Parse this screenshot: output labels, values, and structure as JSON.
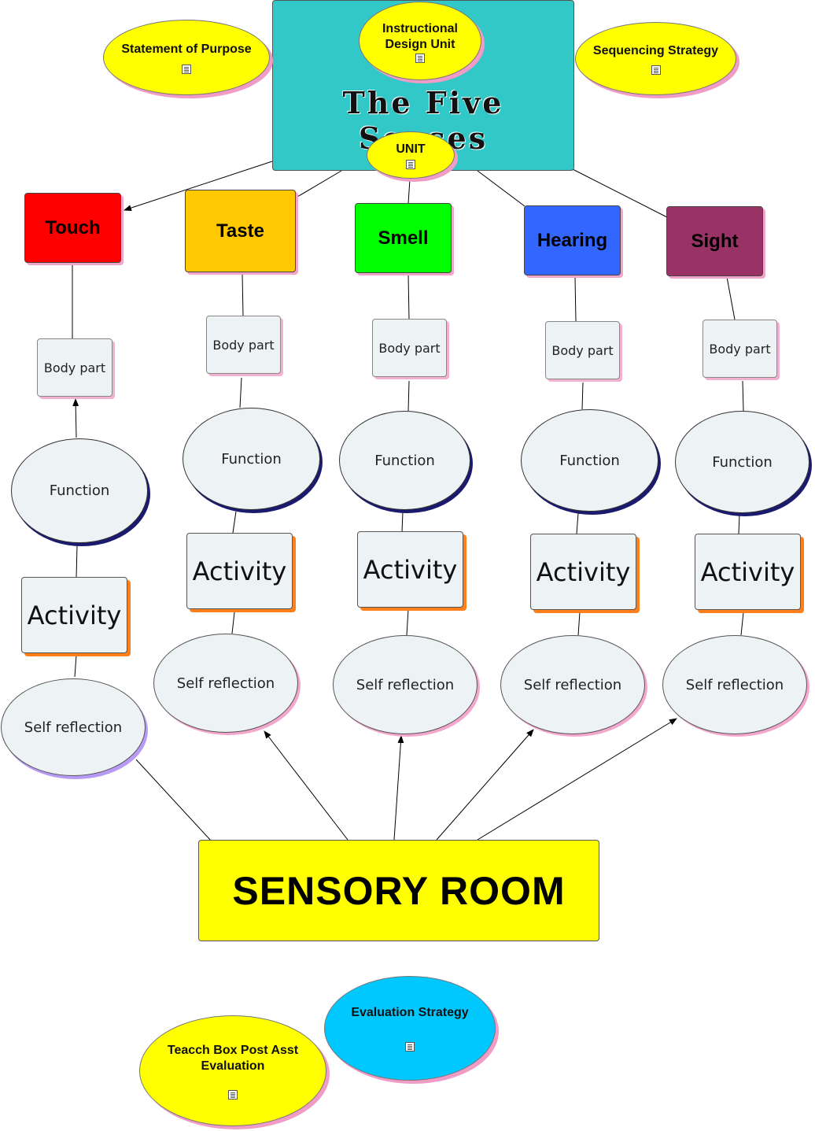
{
  "header": {
    "title": "The Five Senses",
    "instructional_design": "Instructional Design Unit",
    "unit": "UNIT",
    "statement_of_purpose": "Statement of Purpose",
    "sequencing_strategy": "Sequencing Strategy"
  },
  "senses": [
    {
      "label": "Touch",
      "color": "#ff0000"
    },
    {
      "label": "Taste",
      "color": "#ffc800"
    },
    {
      "label": "Smell",
      "color": "#00ff00"
    },
    {
      "label": "Hearing",
      "color": "#3366ff"
    },
    {
      "label": "Sight",
      "color": "#993366"
    }
  ],
  "node_labels": {
    "body_part": "Body part",
    "function": "Function",
    "activity": "Activity",
    "self_reflection": "Self reflection"
  },
  "sensory_room": "SENSORY ROOM",
  "footer": {
    "evaluation_strategy": "Evaluation Strategy",
    "teacch_box": "Teacch Box Post Asst Evaluation"
  },
  "icons": {
    "resource": "document-icon"
  }
}
